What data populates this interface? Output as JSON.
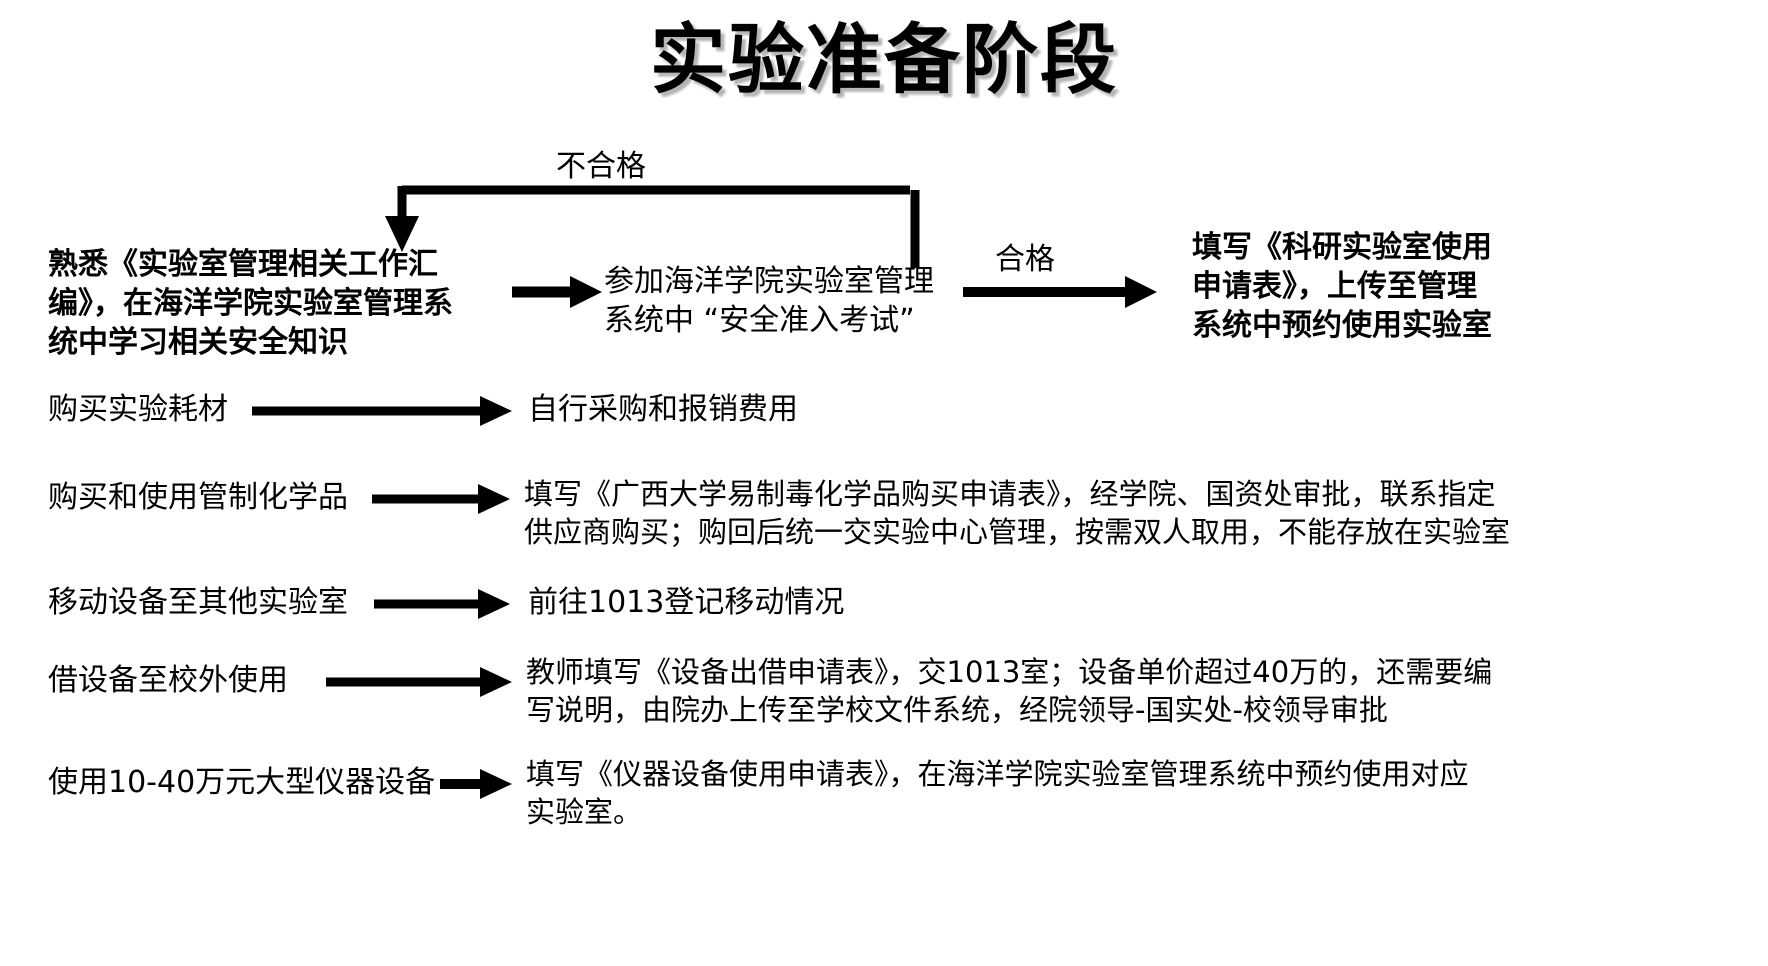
{
  "page": {
    "title": "实验准备阶段",
    "background_color": "#ffffff",
    "ink_color": "#000000"
  },
  "flow": {
    "loop_label": "不合格",
    "pass_label": "合格",
    "step_1": "熟悉《实验室管理相关工作汇\n编》，在海洋学院实验室管理系\n统中学习相关安全知识",
    "step_2": "参加海洋学院实验室管理\n系统中 “安全准入考试”",
    "step_3": "填写《科研实验室使用\n申请表》，上传至管理\n系统中预约使用实验室"
  },
  "rows": [
    {
      "id": "row-consumables",
      "task": "购买实验耗材",
      "action": "自行采购和报销费用"
    },
    {
      "id": "row-controlled-chemicals",
      "task": "购买和使用管制化学品",
      "action": "填写《广西大学易制毒化学品购买申请表》，经学院、国资处审批，联系指定\n供应商购买；购回后统一交实验中心管理，按需双人取用，不能存放在实验室"
    },
    {
      "id": "row-move-equipment",
      "task": "移动设备至其他实验室",
      "action": "前往1013登记移动情况"
    },
    {
      "id": "row-lend-equipment",
      "task": "借设备至校外使用",
      "action": "教师填写《设备出借申请表》，交1013室；设备单价超过40万的，还需要编\n写说明，由院办上传至学校文件系统，经院领导-国实处-校领导审批"
    },
    {
      "id": "row-large-instrument",
      "task": "使用10-40万元大型仪器设备",
      "action": "填写《仪器设备使用申请表》，在海洋学院实验室管理系统中预约使用对应\n实验室。"
    }
  ],
  "icons": {
    "arrow_right": "arrow-right-icon",
    "arrow_down": "arrow-down-icon",
    "feedback_loop": "feedback-loop-arrow-icon"
  }
}
